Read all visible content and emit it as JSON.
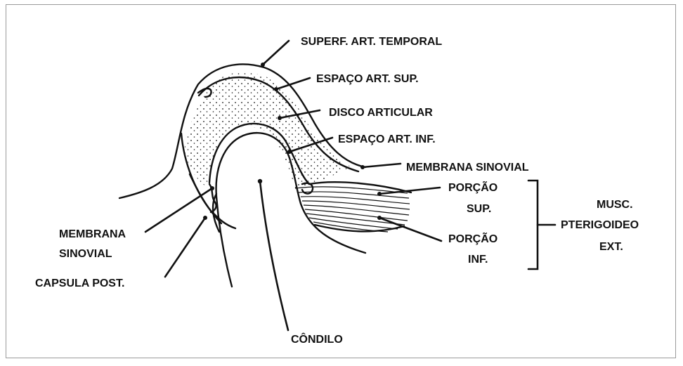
{
  "labels": {
    "superf_art_temporal": "SUPERF. ART. TEMPORAL",
    "espaco_art_sup": "ESPAÇO ART. SUP.",
    "disco_articular": "DISCO ARTICULAR",
    "espaco_art_inf": "ESPAÇO ART. INF.",
    "membrana_sinovial_right": "MEMBRANA SINOVIAL",
    "porcao_sup_line1": "PORÇÃO",
    "porcao_sup_line2": "SUP.",
    "porcao_inf_line1": "PORÇÃO",
    "porcao_inf_line2": "INF.",
    "musc_line1": "MUSC.",
    "musc_line2": "PTERIGOIDEO",
    "musc_line3": "EXT.",
    "membrana_sinovial_left_line1": "MEMBRANA",
    "membrana_sinovial_left_line2": "SINOVIAL",
    "capsula_post": "CAPSULA POST.",
    "condilo": "CÔNDILO"
  },
  "colors": {
    "ink": "#111111",
    "border": "#9a9a9a",
    "background": "#ffffff"
  }
}
